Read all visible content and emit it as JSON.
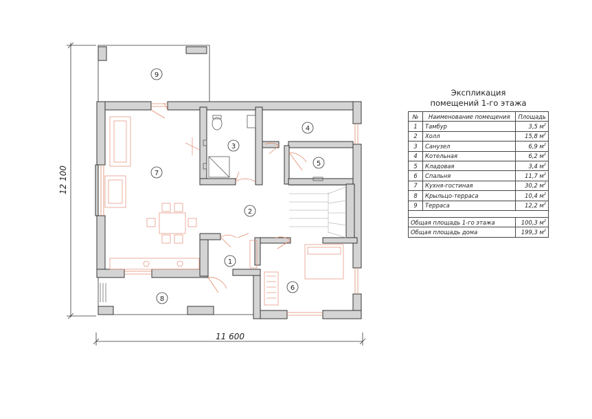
{
  "dimensions": {
    "width": "11 600",
    "height": "12 100"
  },
  "room_markers": [
    "1",
    "2",
    "3",
    "4",
    "5",
    "6",
    "7",
    "8",
    "9"
  ],
  "explication": {
    "title_line1": "Экспликация",
    "title_line2": "помещений 1-го этажа",
    "headers": {
      "num": "№",
      "name": "Наименование помещения",
      "area": "Площадь"
    },
    "rooms": [
      {
        "num": "1",
        "name": "Тамбур",
        "area": "3,5 м"
      },
      {
        "num": "2",
        "name": "Холл",
        "area": "15,8 м"
      },
      {
        "num": "3",
        "name": "Санузел",
        "area": "6,9 м"
      },
      {
        "num": "4",
        "name": "Котельная",
        "area": "6,2 м"
      },
      {
        "num": "5",
        "name": "Кладовая",
        "area": "3,4 м"
      },
      {
        "num": "6",
        "name": "Спальня",
        "area": "11,7 м"
      },
      {
        "num": "7",
        "name": "Кухня-гостиная",
        "area": "30,2 м"
      },
      {
        "num": "8",
        "name": "Крыльцо-терраса",
        "area": "10,4 м"
      },
      {
        "num": "9",
        "name": "Терраса",
        "area": "12,2 м"
      }
    ],
    "totals": [
      {
        "name": "Общая площадь 1-го этажа",
        "area": "100,3 м"
      },
      {
        "name": "Общая площадь дома",
        "area": "199,3 м"
      }
    ],
    "unit_sup": "2"
  },
  "colors": {
    "wall_fill": "#d4d4d4",
    "wall_stroke": "#333333",
    "door": "#e08a6a",
    "furniture": "#e79a86",
    "line": "#333333"
  }
}
